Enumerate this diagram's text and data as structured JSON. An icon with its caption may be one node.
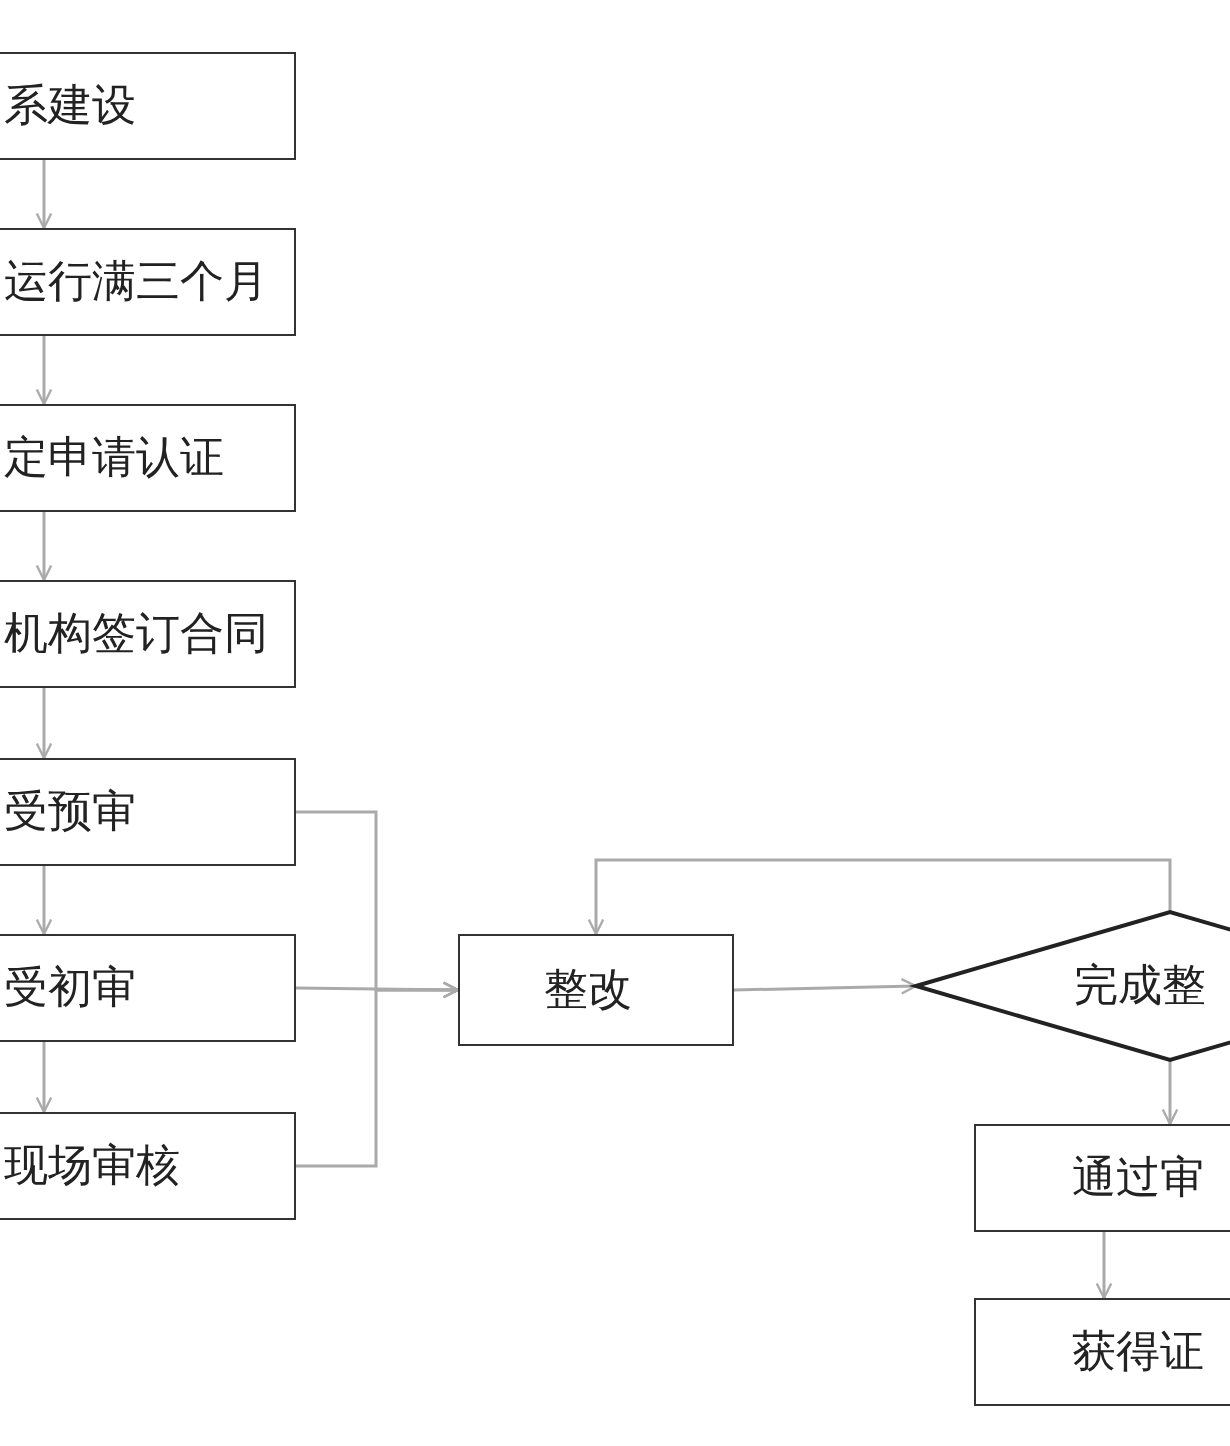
{
  "diagram": {
    "nodes": [
      {
        "text": [
          "系建设"
        ]
      },
      {
        "text": [
          "运行满三个月"
        ]
      },
      {
        "text": [
          "定申请认证"
        ]
      },
      {
        "text": [
          "机构签订合同"
        ]
      },
      {
        "text": [
          "受预审"
        ]
      },
      {
        "text": [
          "受初审"
        ]
      },
      {
        "text": [
          "现场审核"
        ]
      },
      {
        "text": [
          "整改"
        ]
      },
      {
        "text": [
          "完成整"
        ]
      },
      {
        "text": [
          "通过审"
        ]
      },
      {
        "text": [
          "获得证"
        ]
      }
    ],
    "edges": [
      {
        "from": 0,
        "to": 1,
        "arrow": "to"
      },
      {
        "from": 1,
        "to": 2,
        "arrow": "to"
      },
      {
        "from": 2,
        "to": 3,
        "arrow": "to"
      },
      {
        "from": 3,
        "to": 4,
        "arrow": "to"
      },
      {
        "from": 4,
        "to": 5,
        "arrow": "to"
      },
      {
        "from": 5,
        "to": 6,
        "arrow": "to"
      },
      {
        "from": 4,
        "to": 7,
        "arrow": "to"
      },
      {
        "from": 5,
        "to": 7,
        "arrow": "to"
      },
      {
        "from": 6,
        "to": 7,
        "arrow": "to"
      },
      {
        "from": 7,
        "to": 8,
        "arrow": "to"
      },
      {
        "from": 8,
        "to": 7,
        "arrow": "to"
      },
      {
        "from": 8,
        "to": 9,
        "arrow": "to"
      },
      {
        "from": 9,
        "to": 10,
        "arrow": "to"
      }
    ]
  }
}
